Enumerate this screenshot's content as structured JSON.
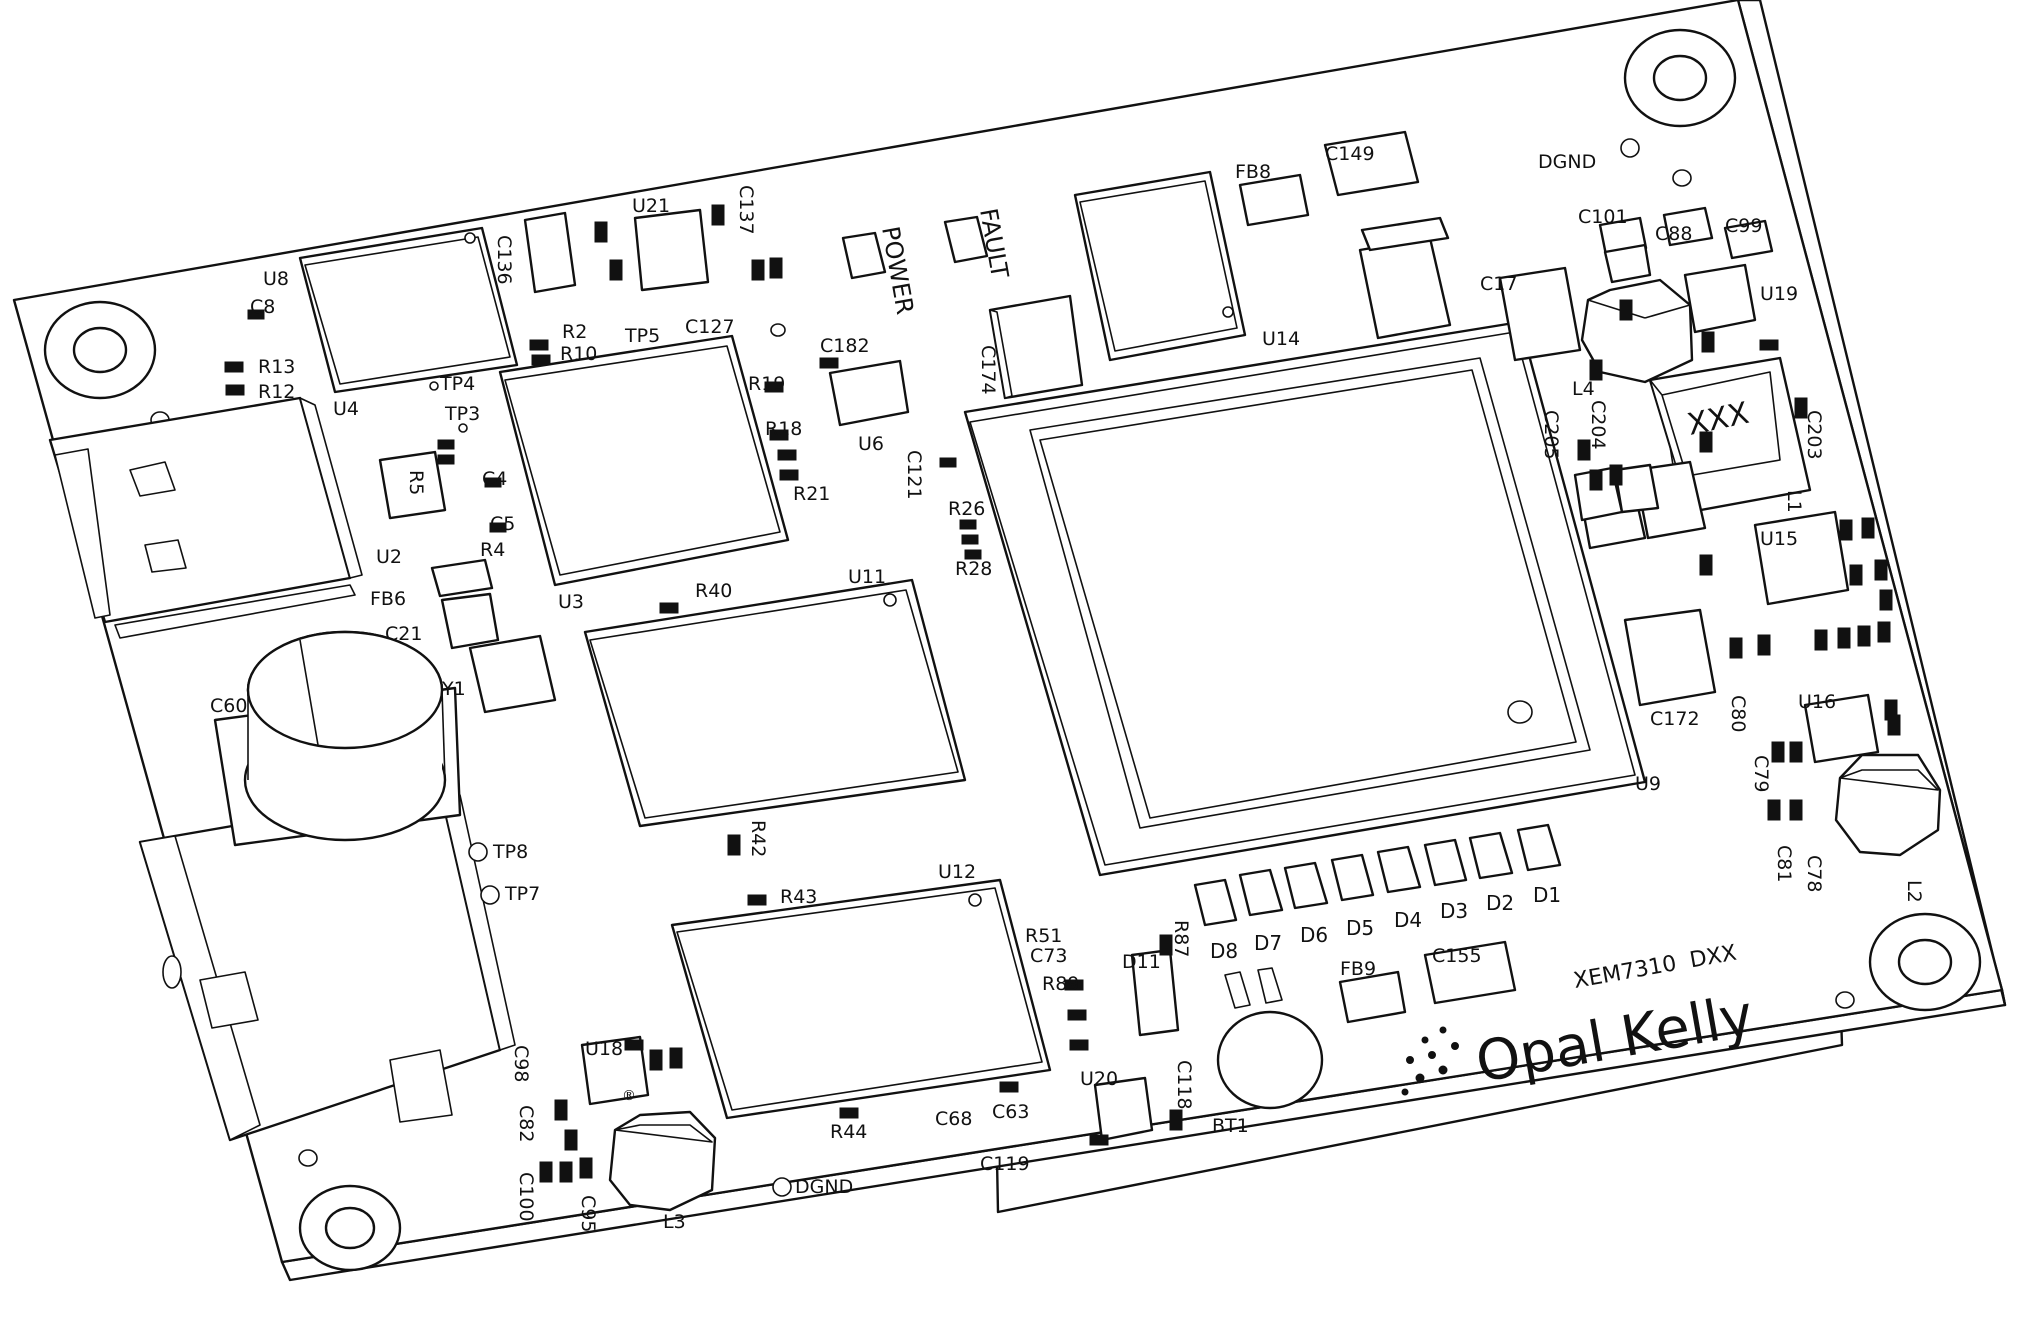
{
  "board": {
    "model_text": "XEM7310  DXX",
    "brand_text": "Opal Kelly",
    "registered_mark": "®",
    "inductor_marking": "XXX"
  },
  "indicators": {
    "power": "POWER",
    "fault": "FAULT",
    "leds": [
      "D8",
      "D7",
      "D6",
      "D5",
      "D4",
      "D3",
      "D2",
      "D1"
    ]
  },
  "labels": {
    "u8": "U8",
    "c8": "C8",
    "r13": "R13",
    "r12": "R12",
    "u4": "U4",
    "r5": "R5",
    "tp4": "TP4",
    "tp3": "TP3",
    "c136": "C136",
    "u21": "U21",
    "c137": "C137",
    "r2": "R2",
    "r10": "R10",
    "tp5": "TP5",
    "c127": "C127",
    "c4": "C4",
    "c5": "C5",
    "u2": "U2",
    "r4": "R4",
    "fb6": "FB6",
    "c21": "C21",
    "y1": "Y1",
    "c60": "C60",
    "u3": "U3",
    "r40": "R40",
    "u11": "U11",
    "r19": "R19",
    "r18": "R18",
    "r21": "R21",
    "c182": "C182",
    "u6": "U6",
    "c121": "C121",
    "r26": "R26",
    "r28": "R28",
    "c174": "C174",
    "fb8": "FB8",
    "c149": "C149",
    "u14": "U14",
    "dgnd_top": "DGND",
    "c101": "C101",
    "c88": "C88",
    "c99": "C99",
    "c17": "C17",
    "u19": "U19",
    "l4": "L4",
    "c205": "C205",
    "c204": "C204",
    "c203": "C203",
    "l1": "L1",
    "u15": "U15",
    "c172": "C172",
    "c80": "C80",
    "u16": "U16",
    "c79": "C79",
    "c81": "C81",
    "c78": "C78",
    "l2": "L2",
    "u9": "U9",
    "tp8": "TP8",
    "tp7": "TP7",
    "r42": "R42",
    "r43": "R43",
    "u12": "U12",
    "r51": "R51",
    "c73": "C73",
    "r89": "R89",
    "r87": "R87",
    "d11": "D11",
    "c155": "C155",
    "fb9": "FB9",
    "c98": "C98",
    "u18": "U18",
    "c82": "C82",
    "c100": "C100",
    "c95": "C95",
    "l3": "L3",
    "r44": "R44",
    "c68": "C68",
    "c63": "C63",
    "c119": "C119",
    "dgnd_bottom": "DGND",
    "u20": "U20",
    "c118": "C118",
    "bt1": "BT1"
  }
}
